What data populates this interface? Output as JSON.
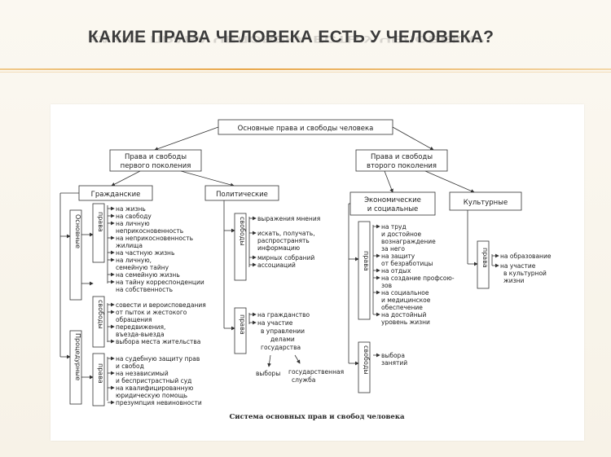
{
  "slide": {
    "title": "КАКИЕ ПРАВА ЧЕЛОВЕКА ЕСТЬ У ЧЕЛОВЕКА?"
  },
  "diagram": {
    "root": "Основные права и свободы человека",
    "gen1": [
      "Права и свободы",
      "первого поколения"
    ],
    "gen2": [
      "Права и свободы",
      "второго поколения"
    ],
    "civil": "Гражданские",
    "political": "Политические",
    "economic": [
      "Экономические",
      "и социальные"
    ],
    "cultural": "Культурные",
    "v_osnovnye": "Основные",
    "v_procedurnye": "Процедурные",
    "v_prava": "права",
    "v_svobody": "свободы",
    "civil_basic_rights": [
      "на жизнь",
      "на свободу",
      "на личную",
      "неприкосновенность",
      "на неприкосновенность",
      "жилища",
      "на частную жизнь",
      "на личную,",
      "семейную тайну",
      "на семейную жизнь",
      "на тайну корреспонденции",
      "на собственность"
    ],
    "civil_basic_freedoms": [
      "совести и вероисповедания",
      "от пыток и жестокого",
      "обращения",
      "передвижения,",
      "въезда-выезда",
      "выбора места жительства"
    ],
    "civil_procedural_rights": [
      "на судебную защиту прав",
      "и свобод",
      "на независимый",
      "и беспристрастный суд",
      "на квалифицированную",
      "юридическую помощь",
      "презумпция невиновности"
    ],
    "political_freedoms": [
      "выражения мнения",
      "искать, получать,",
      "распространять",
      "информацию",
      "мирных собраний",
      "ассоциаций"
    ],
    "political_rights": [
      "на гражданство",
      "на участие",
      "в управлении",
      "делами",
      "государства"
    ],
    "elections": "выборы",
    "public_service": [
      "государственная",
      "служба"
    ],
    "economic_rights": [
      "на труд",
      "и достойное",
      "вознаграждение",
      "за него",
      "на защиту",
      "от безработицы",
      "на отдых",
      "на создание профсою-",
      "зов",
      "на социальное",
      "и медицинское",
      "обеспечение",
      "на достойный",
      "уровень жизни"
    ],
    "economic_freedoms": [
      "выбора",
      "занятий"
    ],
    "cultural_rights": [
      "на образование",
      "на участие",
      "в культурной",
      "жизни"
    ],
    "caption": "Система основных прав и свобод человека"
  },
  "colors": {
    "title": "#3c3c3c",
    "accent": "#e9a648",
    "line": "#333333"
  }
}
